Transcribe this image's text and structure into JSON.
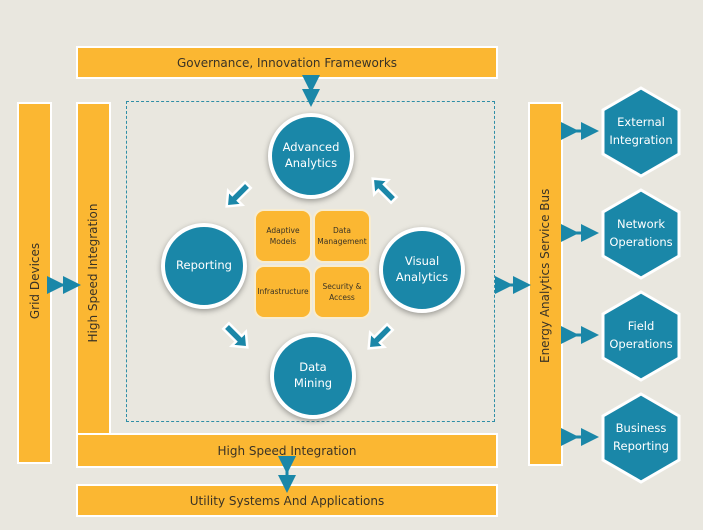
{
  "top_bar": {
    "label": "Governance, Innovation Frameworks"
  },
  "left_bar": {
    "label": "Grid Devices"
  },
  "inner_left_bar": {
    "label": "High Speed Integration"
  },
  "bottom_inner_bar": {
    "label": "High Speed Integration"
  },
  "bottom_bar": {
    "label": "Utility Systems And Applications"
  },
  "right_bar": {
    "label": "Energy Analytics Service Bus"
  },
  "cycle": {
    "advanced_analytics": "Advanced Analytics",
    "reporting": "Reporting",
    "visual_analytics": "Visual Analytics",
    "data_mining": "Data Mining"
  },
  "core": {
    "adaptive_models": "Adaptive Models",
    "data_management": "Data Management",
    "infrastructure": "Infrastructure",
    "security_access": "Security & Access"
  },
  "external": [
    {
      "label": "External Integration"
    },
    {
      "label": "Network Operations"
    },
    {
      "label": "Field Operations"
    },
    {
      "label": "Business Reporting"
    }
  ],
  "colors": {
    "orange": "#fbb732",
    "teal": "#1a87a8",
    "background": "#e9e7df"
  }
}
